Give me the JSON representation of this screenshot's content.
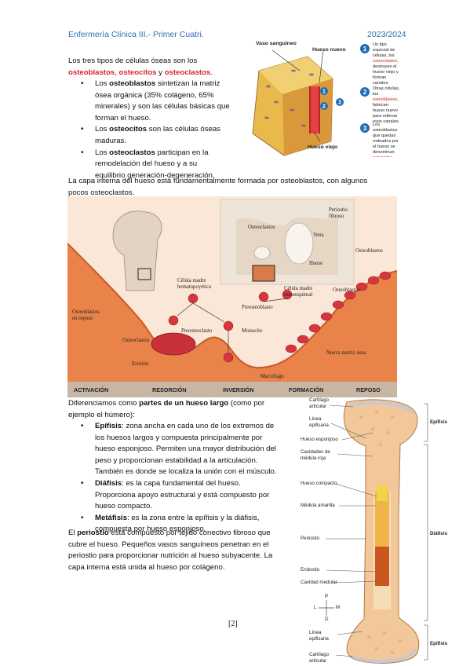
{
  "header": {
    "left": "Enfermería Clínica III.- Primer Cuatri.",
    "right": "2023/2024"
  },
  "intro": {
    "line1": "Los tres tipos de células óseas son los",
    "t1": "osteoblastos",
    "sep1": ", ",
    "t2": "osteocitos",
    "sep2": " y ",
    "t3": "osteoclastos",
    "end": "."
  },
  "bullets1": [
    {
      "term": "osteoblastos",
      "pre": "Los ",
      "l1": " sintetizan la matriz",
      "l2": "ósea orgánica (35% colágeno, 65%",
      "l3": "minerales) y son las células básicas que",
      "l4": "forman el hueso."
    },
    {
      "term": "osteocitos",
      "pre": "Los ",
      "l1": " son las células óseas",
      "l2": "maduras."
    },
    {
      "term": "osteoclastos",
      "pre": "Los ",
      "l1": " participan en la",
      "l2": "remodelación del hueso y a su",
      "l3": "equilibrio generación-degeneración."
    }
  ],
  "para1": {
    "l1": "La capa interna del hueso está fundamentalmente formada por osteoblastos, con algunos",
    "l2": "pocos osteoclastos."
  },
  "fig1": {
    "labels": {
      "vaso": "Vaso sanguíneo",
      "nuevo": "Hueso nuevo",
      "viejo": "Hueso viejo"
    },
    "steps": [
      {
        "n": "1",
        "a": "Un tipo especial de células, los",
        "b": "osteoclastos",
        "c": ", destruyen el hueso",
        "d": "viejo y forman canales."
      },
      {
        "n": "2",
        "a": "Otras células, los ",
        "b": "osteoblastos",
        "c": ",",
        "d": "fabrican hueso nuevo para",
        "e": "rellenar esos canales."
      },
      {
        "n": "3",
        "a": "Los osteoblastos que quedan",
        "d": "rodeados por el hueso se",
        "e": "denominan ",
        "b": "osteocitos",
        "c": "."
      }
    ]
  },
  "fig2": {
    "labels": {
      "periostio": "Periostio",
      "fibroso": "fibroso",
      "osteoclastos_top": "Osteoclastos",
      "vena": "Vena",
      "osteoblastos_r": "Osteoblastos",
      "hueso": "Hueso",
      "celula_madre_h1": "Célula madre",
      "celula_madre_h2": "hematopoyética",
      "celula_madre_m1": "Célula madre",
      "celula_madre_m2": "mesenquimal",
      "preosteoblasto": "Preosteoblasto",
      "osteoblastos_mid": "Osteoblastos",
      "ob_reposo1": "Osteoblastos",
      "ob_reposo2": "en reposo",
      "osteoclastos_l": "Osteoclastos",
      "preosteoclasto": "Preosteoclasto",
      "monocito": "Monocito",
      "erosion": "Erosión",
      "macrofago": "Macrófago",
      "nueva_matriz": "Nueva matriz ósea"
    },
    "phases": [
      "ACTIVACIÓN",
      "RESORCIÓN",
      "INVERSIÓN",
      "FORMACIÓN",
      "REPOSO"
    ]
  },
  "section2": {
    "l1a": "Diferenciamos como ",
    "l1b": "partes de un hueso largo",
    "l1c": " (como por",
    "l2": "ejemplo el húmero):"
  },
  "bullets2": [
    {
      "term": "Epífisis",
      "l1": ": zona ancha en cada uno de los extremos de",
      "l2": "los huesos largos y compuesta principalmente por",
      "l3": "hueso esponjoso. Permiten una mayor distribución del",
      "l4": "peso y proporcionan estabilidad a la articulación.",
      "l5": "También es donde se localiza la unión con el músculo."
    },
    {
      "term": "Diáfisis",
      "l1": ": es la capa fundamental del hueso.",
      "l2": "Proporciona apoyo estructural y está compuesto por",
      "l3": "hueso compacto."
    },
    {
      "term": "Metáfisis",
      "l1": ": es la zona entre la epífisis y la diáfisis,",
      "l2": "compuesta por hueso esponjoso."
    }
  ],
  "para2": {
    "pre": "El ",
    "term": "periostio",
    "l1": " está compuesto por tejido conectivo fibroso que",
    "l2": "cubre el hueso. Pequeños vasos sanguíneos penetran en el",
    "l3": "periostio para proporcionar nutrición al hueso subyacente. La",
    "l4": "capa interna está unida al hueso por colágeno."
  },
  "fig3": {
    "labels": {
      "cartilago_top1": "Cartílago",
      "cartilago_top2": "articular",
      "linea_top1": "Línea",
      "linea_top2": "epifisaria",
      "esponjoso": "Hueso esponjoso",
      "cavidades1": "Cavidades de",
      "cavidades2": "médula roja",
      "compacto": "Hueso compacto",
      "medula": "Médula amarilla",
      "periostio": "Periostio",
      "endostio": "Endostio",
      "cavidad": "Cavidad medular",
      "linea_bot1": "Línea",
      "linea_bot2": "epifisaria",
      "cartilago_bot1": "Cartílago",
      "cartilago_bot2": "articular",
      "epifisis_top": "Epífisis",
      "diafisis": "Diáfisis",
      "epifisis_bot": "Epífisis",
      "p": "P",
      "d": "D",
      "l": "L",
      "m": "M"
    }
  },
  "footer": {
    "page": "[2]"
  },
  "colors": {
    "header": "#2f6fb0",
    "accent_red": "#d8232a",
    "step_blue": "#1f6fb8",
    "bone": "#f2c79a"
  }
}
